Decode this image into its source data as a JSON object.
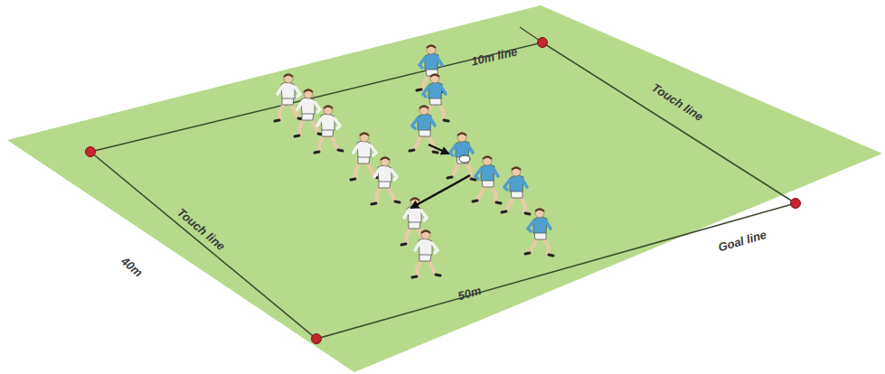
{
  "diagram": {
    "labels": [
      "10m line",
      "Touch line",
      "Touch line",
      "40m",
      "Goal line",
      "50m"
    ]
  }
}
